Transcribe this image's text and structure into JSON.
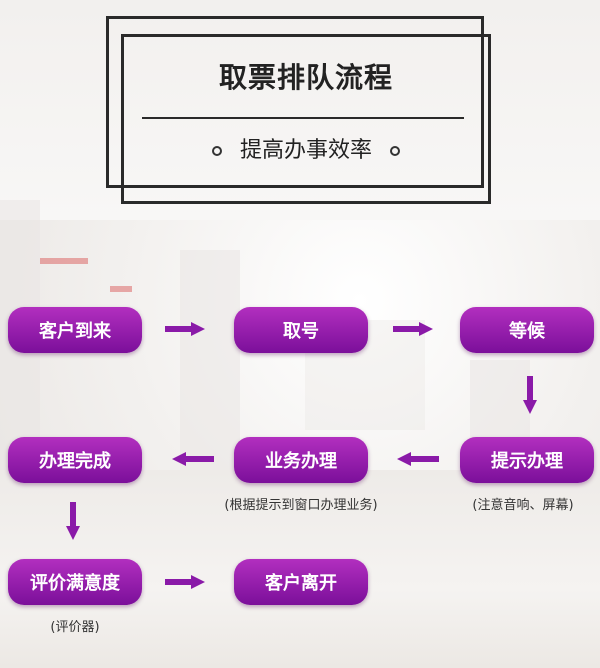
{
  "title": "取票排队流程",
  "subtitle": "提高办事效率",
  "colors": {
    "step_top": "#b22fbf",
    "step_bottom": "#7b0f9a",
    "arrow": "#8a1aa8",
    "frame": "#2a2a2a"
  },
  "steps": {
    "arrive": "客户到来",
    "take_number": "取号",
    "wait": "等候",
    "prompt": "提示办理",
    "business": "业务办理",
    "complete": "办理完成",
    "evaluate": "评价满意度",
    "leave": "客户离开"
  },
  "notes": {
    "business": "(根据提示到窗口办理业务)",
    "prompt": "(注意音响、屏幕)",
    "evaluate": "(评价器)"
  }
}
